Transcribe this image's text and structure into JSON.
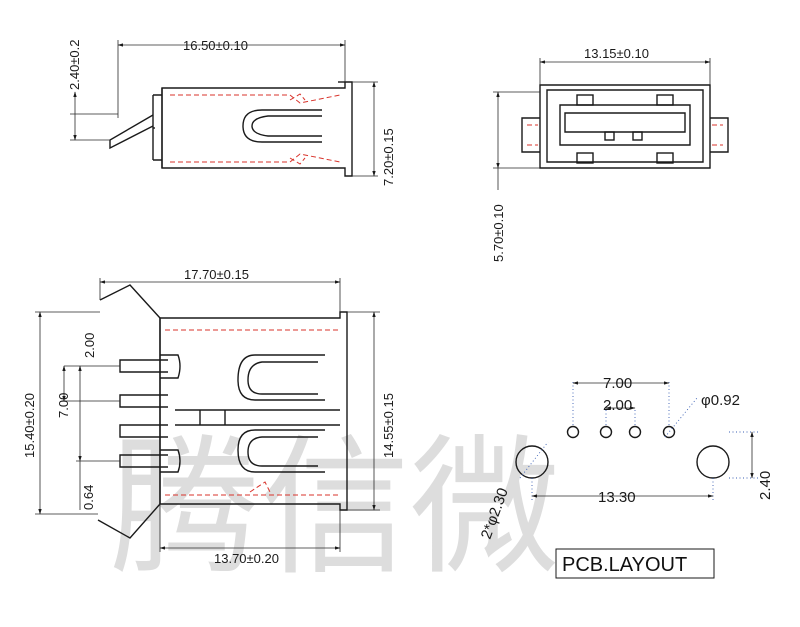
{
  "watermark": "腾信微",
  "views": {
    "side_top": {
      "length": "16.50±0.10",
      "tail": "2.40±0.2",
      "height": "7.20±0.15"
    },
    "front": {
      "width": "13.15±0.10",
      "height": "5.70±0.10"
    },
    "top_view": {
      "length": "17.70±0.15",
      "width_left": "15.40±0.20",
      "width_right": "14.55±0.15",
      "bottom_length": "13.70±0.20",
      "pitch_200": "2.00",
      "pitch_700": "7.00",
      "offset": "0.64"
    }
  },
  "pcb_layout": {
    "title": "PCB.LAYOUT",
    "pin_span": "7.00",
    "pin_pitch": "2.00",
    "pin_hole": "φ0.92",
    "peg_span": "13.30",
    "peg_offset": "2.40",
    "peg_hole": "2*φ2.30"
  }
}
